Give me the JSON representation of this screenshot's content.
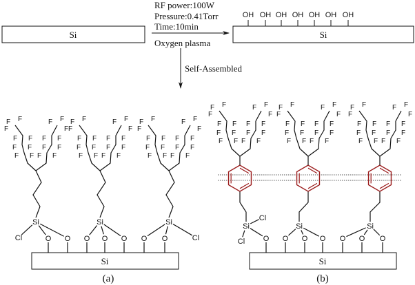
{
  "conditions": {
    "rf_power": "RF power:100W",
    "pressure": "Pressure:0.41Torr",
    "time": "Time:10min",
    "gas": "Oxygen plasma"
  },
  "self_assembled": "Self-Assembled",
  "substrate_label": "Si",
  "panel_a_caption": "(a)",
  "panel_b_caption": "(b)",
  "atoms": {
    "F": "F",
    "O": "O",
    "Cl": "Cl",
    "Si": "Si",
    "OH": "OH"
  },
  "colors": {
    "bond": "#111111",
    "benzene": "#9b1c1c",
    "dotted": "#555555"
  }
}
